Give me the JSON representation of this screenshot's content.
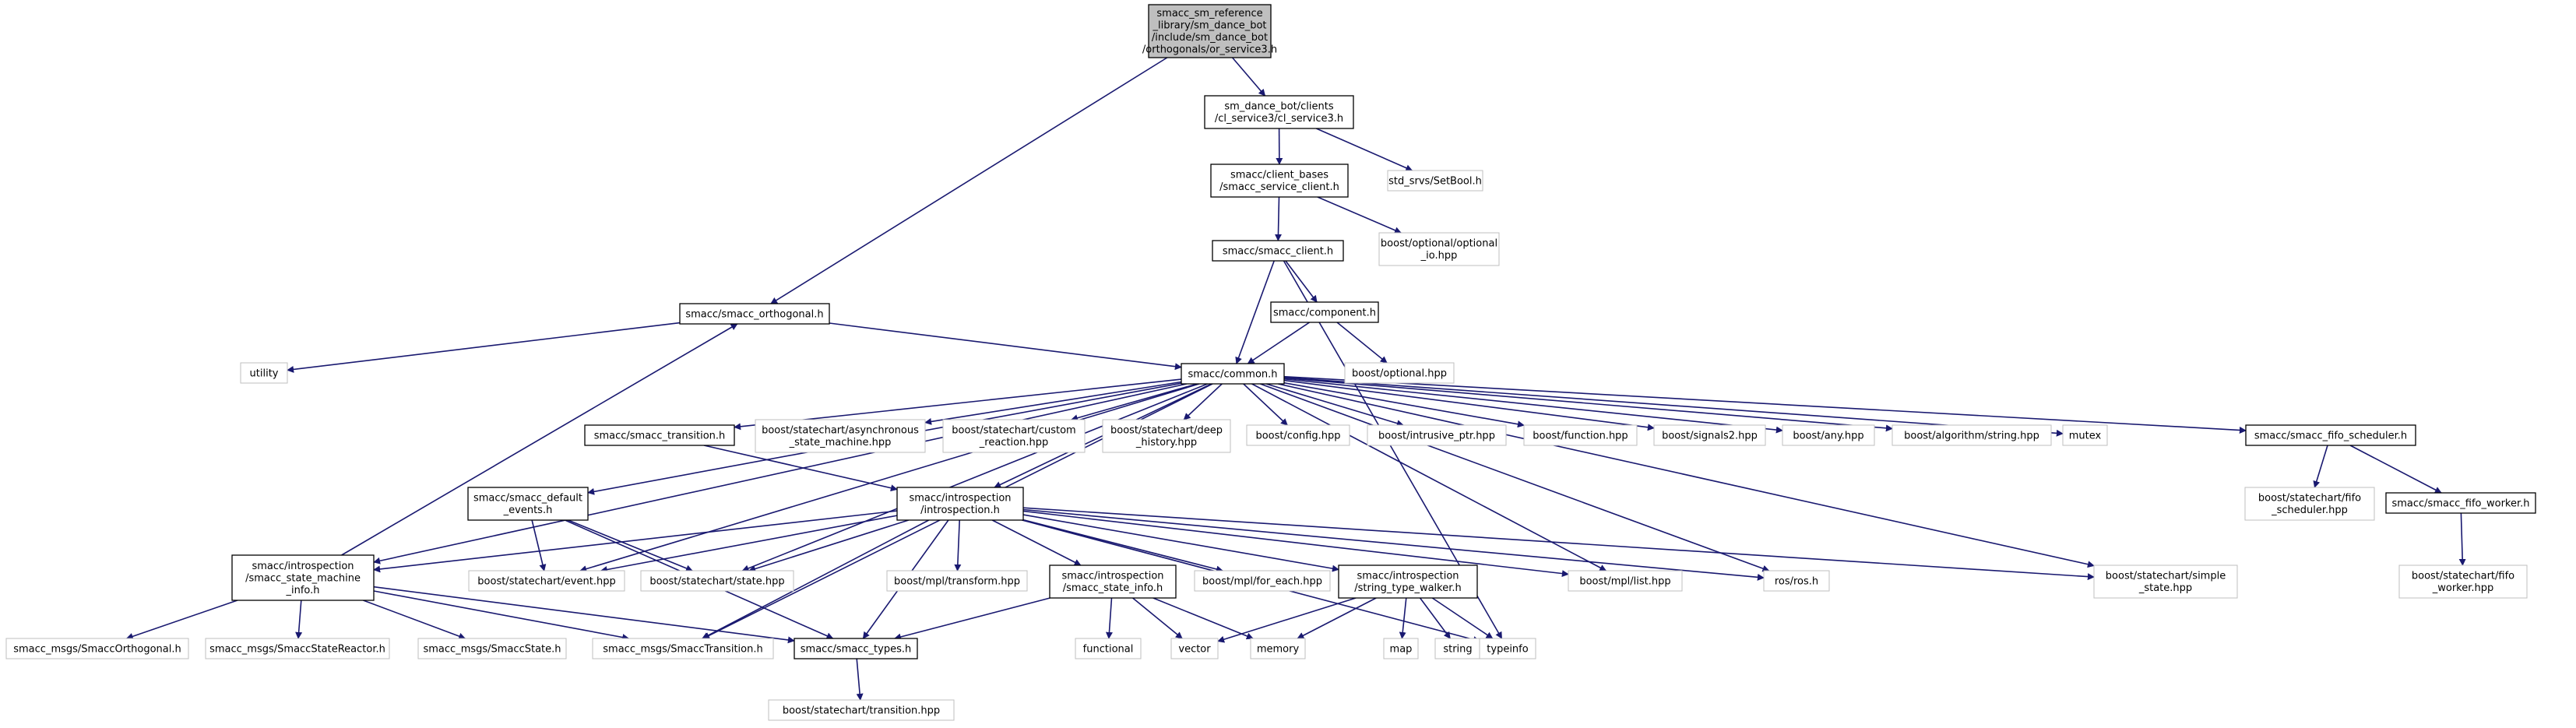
{
  "colors": {
    "edge": "#191970",
    "root_fill": "#bfbfbf",
    "node_border_dark": "#000000",
    "node_border_light": "#bfbfbf"
  },
  "nodes": [
    {
      "id": "root",
      "lines": [
        "smacc_sm_reference",
        "_library/sm_dance_bot",
        "/include/sm_dance_bot",
        "/orthogonals/or_service3.h"
      ],
      "style": "root"
    },
    {
      "id": "cl_service3",
      "lines": [
        "sm_dance_bot/clients",
        "/cl_service3/cl_service3.h"
      ],
      "style": "dark"
    },
    {
      "id": "setbool",
      "lines": [
        "std_srvs/SetBool.h"
      ],
      "style": "light"
    },
    {
      "id": "smacc_service_client",
      "lines": [
        "smacc/client_bases",
        "/smacc_service_client.h"
      ],
      "style": "dark"
    },
    {
      "id": "optional_io",
      "lines": [
        "boost/optional/optional",
        "_io.hpp"
      ],
      "style": "light"
    },
    {
      "id": "smacc_client",
      "lines": [
        "smacc/smacc_client.h"
      ],
      "style": "dark"
    },
    {
      "id": "component",
      "lines": [
        "smacc/component.h"
      ],
      "style": "dark"
    },
    {
      "id": "boost_optional",
      "lines": [
        "boost/optional.hpp"
      ],
      "style": "light"
    },
    {
      "id": "smacc_orthogonal",
      "lines": [
        "smacc/smacc_orthogonal.h"
      ],
      "style": "dark"
    },
    {
      "id": "utility",
      "lines": [
        "utility"
      ],
      "style": "light"
    },
    {
      "id": "common",
      "lines": [
        "smacc/common.h"
      ],
      "style": "dark"
    },
    {
      "id": "smacc_transition",
      "lines": [
        "smacc/smacc_transition.h"
      ],
      "style": "dark"
    },
    {
      "id": "async_sm",
      "lines": [
        "boost/statechart/asynchronous",
        "_state_machine.hpp"
      ],
      "style": "light"
    },
    {
      "id": "custom_reaction",
      "lines": [
        "boost/statechart/custom",
        "_reaction.hpp"
      ],
      "style": "light"
    },
    {
      "id": "deep_history",
      "lines": [
        "boost/statechart/deep",
        "_history.hpp"
      ],
      "style": "light"
    },
    {
      "id": "boost_config",
      "lines": [
        "boost/config.hpp"
      ],
      "style": "light"
    },
    {
      "id": "intrusive_ptr",
      "lines": [
        "boost/intrusive_ptr.hpp"
      ],
      "style": "light"
    },
    {
      "id": "boost_function",
      "lines": [
        "boost/function.hpp"
      ],
      "style": "light"
    },
    {
      "id": "signals2",
      "lines": [
        "boost/signals2.hpp"
      ],
      "style": "light"
    },
    {
      "id": "boost_any",
      "lines": [
        "boost/any.hpp"
      ],
      "style": "light"
    },
    {
      "id": "algo_string",
      "lines": [
        "boost/algorithm/string.hpp"
      ],
      "style": "light"
    },
    {
      "id": "mutex",
      "lines": [
        "mutex"
      ],
      "style": "light"
    },
    {
      "id": "fifo_scheduler",
      "lines": [
        "smacc/smacc_fifo_scheduler.h"
      ],
      "style": "dark"
    },
    {
      "id": "sc_fifo_scheduler",
      "lines": [
        "boost/statechart/fifo",
        "_scheduler.hpp"
      ],
      "style": "light"
    },
    {
      "id": "fifo_worker",
      "lines": [
        "smacc/smacc_fifo_worker.h"
      ],
      "style": "dark"
    },
    {
      "id": "sc_fifo_worker",
      "lines": [
        "boost/statechart/fifo",
        "_worker.hpp"
      ],
      "style": "light"
    },
    {
      "id": "default_events",
      "lines": [
        "smacc/smacc_default",
        "_events.h"
      ],
      "style": "dark"
    },
    {
      "id": "introspection",
      "lines": [
        "smacc/introspection",
        "/introspection.h"
      ],
      "style": "dark"
    },
    {
      "id": "sm_info",
      "lines": [
        "smacc/introspection",
        "/smacc_state_machine",
        "_info.h"
      ],
      "style": "dark"
    },
    {
      "id": "event_hpp",
      "lines": [
        "boost/statechart/event.hpp"
      ],
      "style": "light"
    },
    {
      "id": "state_hpp",
      "lines": [
        "boost/statechart/state.hpp"
      ],
      "style": "light"
    },
    {
      "id": "mpl_transform",
      "lines": [
        "boost/mpl/transform.hpp"
      ],
      "style": "light"
    },
    {
      "id": "state_info",
      "lines": [
        "smacc/introspection",
        "/smacc_state_info.h"
      ],
      "style": "dark"
    },
    {
      "id": "mpl_for_each",
      "lines": [
        "boost/mpl/for_each.hpp"
      ],
      "style": "light"
    },
    {
      "id": "type_walker",
      "lines": [
        "smacc/introspection",
        "/string_type_walker.h"
      ],
      "style": "dark"
    },
    {
      "id": "mpl_list",
      "lines": [
        "boost/mpl/list.hpp"
      ],
      "style": "light"
    },
    {
      "id": "ros_h",
      "lines": [
        "ros/ros.h"
      ],
      "style": "light"
    },
    {
      "id": "simple_state",
      "lines": [
        "boost/statechart/simple",
        "_state.hpp"
      ],
      "style": "light"
    },
    {
      "id": "msg_orthogonal",
      "lines": [
        "smacc_msgs/SmaccOrthogonal.h"
      ],
      "style": "light"
    },
    {
      "id": "msg_reactor",
      "lines": [
        "smacc_msgs/SmaccStateReactor.h"
      ],
      "style": "light"
    },
    {
      "id": "msg_state",
      "lines": [
        "smacc_msgs/SmaccState.h"
      ],
      "style": "light"
    },
    {
      "id": "msg_transition",
      "lines": [
        "smacc_msgs/SmaccTransition.h"
      ],
      "style": "light"
    },
    {
      "id": "smacc_types",
      "lines": [
        "smacc/smacc_types.h"
      ],
      "style": "dark"
    },
    {
      "id": "functional",
      "lines": [
        "functional"
      ],
      "style": "light"
    },
    {
      "id": "vector",
      "lines": [
        "vector"
      ],
      "style": "light"
    },
    {
      "id": "memory",
      "lines": [
        "memory"
      ],
      "style": "light"
    },
    {
      "id": "map",
      "lines": [
        "map"
      ],
      "style": "light"
    },
    {
      "id": "string",
      "lines": [
        "string"
      ],
      "style": "light"
    },
    {
      "id": "typeinfo",
      "lines": [
        "typeinfo"
      ],
      "style": "light"
    },
    {
      "id": "sc_transition",
      "lines": [
        "boost/statechart/transition.hpp"
      ],
      "style": "light"
    }
  ],
  "edges": [
    [
      "root",
      "cl_service3"
    ],
    [
      "root",
      "smacc_orthogonal"
    ],
    [
      "cl_service3",
      "smacc_service_client"
    ],
    [
      "cl_service3",
      "setbool"
    ],
    [
      "smacc_service_client",
      "smacc_client"
    ],
    [
      "smacc_service_client",
      "optional_io"
    ],
    [
      "smacc_client",
      "common"
    ],
    [
      "smacc_client",
      "component"
    ],
    [
      "smacc_client",
      "typeinfo"
    ],
    [
      "component",
      "common"
    ],
    [
      "component",
      "boost_optional"
    ],
    [
      "smacc_orthogonal",
      "common"
    ],
    [
      "smacc_orthogonal",
      "utility"
    ],
    [
      "common",
      "smacc_transition"
    ],
    [
      "common",
      "async_sm"
    ],
    [
      "common",
      "custom_reaction"
    ],
    [
      "common",
      "deep_history"
    ],
    [
      "common",
      "boost_config"
    ],
    [
      "common",
      "intrusive_ptr"
    ],
    [
      "common",
      "boost_function"
    ],
    [
      "common",
      "signals2"
    ],
    [
      "common",
      "boost_any"
    ],
    [
      "common",
      "algo_string"
    ],
    [
      "common",
      "mutex"
    ],
    [
      "common",
      "fifo_scheduler"
    ],
    [
      "common",
      "default_events"
    ],
    [
      "common",
      "introspection"
    ],
    [
      "common",
      "sm_info"
    ],
    [
      "common",
      "event_hpp"
    ],
    [
      "common",
      "state_hpp"
    ],
    [
      "common",
      "msg_transition"
    ],
    [
      "common",
      "mpl_list"
    ],
    [
      "common",
      "ros_h"
    ],
    [
      "common",
      "simple_state"
    ],
    [
      "fifo_scheduler",
      "sc_fifo_scheduler"
    ],
    [
      "fifo_scheduler",
      "fifo_worker"
    ],
    [
      "fifo_worker",
      "sc_fifo_worker"
    ],
    [
      "smacc_transition",
      "introspection"
    ],
    [
      "default_events",
      "event_hpp"
    ],
    [
      "default_events",
      "state_hpp"
    ],
    [
      "default_events",
      "smacc_types"
    ],
    [
      "introspection",
      "sm_info"
    ],
    [
      "introspection",
      "event_hpp"
    ],
    [
      "introspection",
      "state_hpp"
    ],
    [
      "introspection",
      "mpl_transform"
    ],
    [
      "introspection",
      "state_info"
    ],
    [
      "introspection",
      "mpl_for_each"
    ],
    [
      "introspection",
      "type_walker"
    ],
    [
      "introspection",
      "mpl_list"
    ],
    [
      "introspection",
      "ros_h"
    ],
    [
      "introspection",
      "simple_state"
    ],
    [
      "introspection",
      "msg_transition"
    ],
    [
      "introspection",
      "smacc_types"
    ],
    [
      "introspection",
      "typeinfo"
    ],
    [
      "sm_info",
      "smacc_orthogonal"
    ],
    [
      "sm_info",
      "msg_orthogonal"
    ],
    [
      "sm_info",
      "msg_reactor"
    ],
    [
      "sm_info",
      "msg_state"
    ],
    [
      "sm_info",
      "msg_transition"
    ],
    [
      "sm_info",
      "smacc_types"
    ],
    [
      "state_info",
      "smacc_types"
    ],
    [
      "state_info",
      "functional"
    ],
    [
      "state_info",
      "vector"
    ],
    [
      "state_info",
      "memory"
    ],
    [
      "type_walker",
      "vector"
    ],
    [
      "type_walker",
      "memory"
    ],
    [
      "type_walker",
      "map"
    ],
    [
      "type_walker",
      "string"
    ],
    [
      "type_walker",
      "typeinfo"
    ],
    [
      "smacc_types",
      "sc_transition"
    ]
  ]
}
